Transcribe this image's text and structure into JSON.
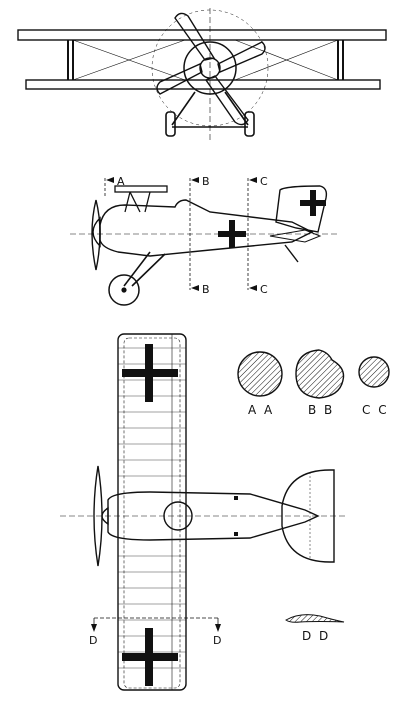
{
  "section_markers": {
    "A_top": "A",
    "B_top": "B",
    "C_top": "C",
    "B_bottom": "B",
    "C_bottom": "C",
    "D_left": "D",
    "D_right": "D"
  },
  "cross_sections": {
    "aa": "A A",
    "bb": "B B",
    "cc": "C C",
    "dd": "D D"
  },
  "colors": {
    "ink": "#111111",
    "paper": "#ffffff",
    "insignia": "#111111"
  }
}
